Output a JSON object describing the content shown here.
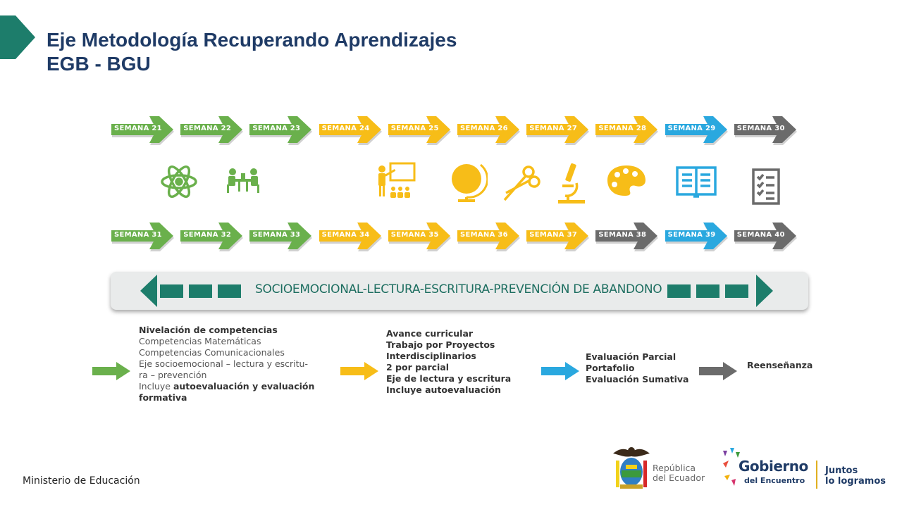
{
  "title": {
    "line1": "Eje Metodología Recuperando Aprendizajes",
    "line2": "EGB - BGU"
  },
  "colors": {
    "green": "#6ab04c",
    "yellow": "#f7bd18",
    "blue": "#2aa8df",
    "gray": "#6b6b6b",
    "teal": "#1d7d6b",
    "title": "#1f3b66"
  },
  "row1": [
    {
      "label": "SEMANA 21",
      "color": "green"
    },
    {
      "label": "SEMANA 22",
      "color": "green"
    },
    {
      "label": "SEMANA 23",
      "color": "green"
    },
    {
      "label": "SEMANA 24",
      "color": "yellow"
    },
    {
      "label": "SEMANA 25",
      "color": "yellow"
    },
    {
      "label": "SEMANA 26",
      "color": "yellow"
    },
    {
      "label": "SEMANA 27",
      "color": "yellow"
    },
    {
      "label": "SEMANA 28",
      "color": "yellow"
    },
    {
      "label": "SEMANA 29",
      "color": "blue"
    },
    {
      "label": "SEMANA 30",
      "color": "gray"
    }
  ],
  "row2": [
    {
      "label": "SEMANA 31",
      "color": "green"
    },
    {
      "label": "SEMANA 32",
      "color": "green"
    },
    {
      "label": "SEMANA 33",
      "color": "green"
    },
    {
      "label": "SEMANA 34",
      "color": "yellow"
    },
    {
      "label": "SEMANA 35",
      "color": "yellow"
    },
    {
      "label": "SEMANA 36",
      "color": "yellow"
    },
    {
      "label": "SEMANA 37",
      "color": "yellow"
    },
    {
      "label": "SEMANA 38",
      "color": "gray"
    },
    {
      "label": "SEMANA 39",
      "color": "blue"
    },
    {
      "label": "SEMANA 40",
      "color": "gray"
    }
  ],
  "icons": [
    "atom-icon",
    "group-work-icon",
    "teacher-icon",
    "globe-icon",
    "scissors-icon",
    "microscope-icon",
    "palette-icon",
    "book-icon",
    "checklist-icon"
  ],
  "banner": {
    "text": "SOCIOEMOCIONAL-LECTURA-ESCRITURA-PREVENCIÓN DE ABANDONO"
  },
  "legend": {
    "green": {
      "heading": "Nivelación de competencias",
      "l1": "Competencias Matemáticas",
      "l2": "Competencias Comunicacionales",
      "l3": "Eje socioemocional – lectura y escritu-",
      "l4": "ra – prevención",
      "l5a": "Incluye ",
      "l5b": "autoevaluación y evaluación",
      "l6": "formativa"
    },
    "yellow": [
      "Avance curricular",
      "Trabajo por Proyectos",
      "Interdisciplinarios",
      "2 por parcial",
      "Eje de lectura y escritura",
      "Incluye autoevaluación"
    ],
    "blue": [
      "Evaluación Parcial",
      "Portafolio",
      "Evaluación Sumativa"
    ],
    "gray": [
      "Reenseñanza"
    ]
  },
  "footer": {
    "ministry": "Ministerio de Educación",
    "republica_line1": "República",
    "republica_line2": "del Ecuador",
    "gobierno": "Gobierno",
    "del_encuentro": "del Encuentro",
    "juntos_line1": "Juntos",
    "juntos_line2": "lo logramos"
  }
}
